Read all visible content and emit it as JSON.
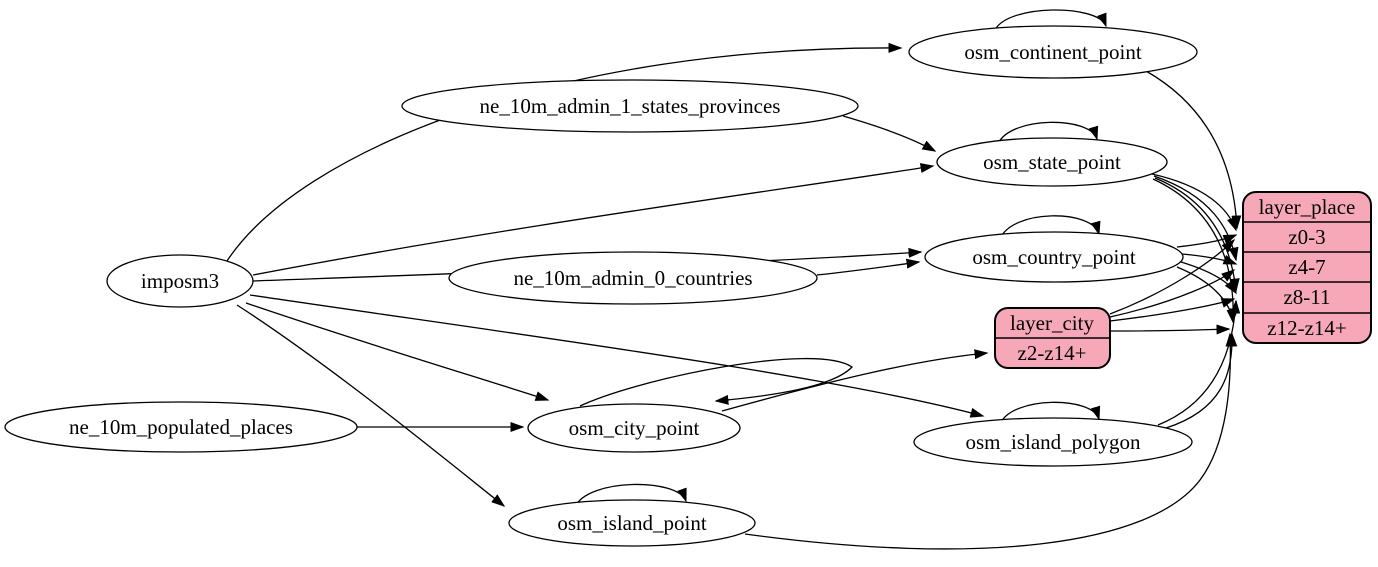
{
  "diagram_type": "etl-graph",
  "colors": {
    "background": "#ffffff",
    "table_node_fill": "#ffffff",
    "layer_record_fill": "#f7a8b8",
    "stroke": "#000000",
    "text": "#000000"
  },
  "nodes": {
    "imposm3": {
      "label": "imposm3"
    },
    "ne_10m_admin_1_states_provinces": {
      "label": "ne_10m_admin_1_states_provinces"
    },
    "ne_10m_admin_0_countries": {
      "label": "ne_10m_admin_0_countries"
    },
    "ne_10m_populated_places": {
      "label": "ne_10m_populated_places"
    },
    "osm_continent_point": {
      "label": "osm_continent_point"
    },
    "osm_state_point": {
      "label": "osm_state_point"
    },
    "osm_country_point": {
      "label": "osm_country_point"
    },
    "osm_city_point": {
      "label": "osm_city_point"
    },
    "osm_island_polygon": {
      "label": "osm_island_polygon"
    },
    "osm_island_point": {
      "label": "osm_island_point"
    }
  },
  "records": {
    "layer_city": {
      "title": "layer_city",
      "rows": [
        "z2-z14+"
      ]
    },
    "layer_place": {
      "title": "layer_place",
      "rows": [
        "z0-3",
        "z4-7",
        "z8-11",
        "z12-z14+"
      ]
    }
  },
  "edges": [
    {
      "from": "imposm3",
      "to": "osm_continent_point"
    },
    {
      "from": "imposm3",
      "to": "osm_state_point"
    },
    {
      "from": "imposm3",
      "to": "osm_country_point"
    },
    {
      "from": "imposm3",
      "to": "osm_city_point"
    },
    {
      "from": "imposm3",
      "to": "osm_island_polygon"
    },
    {
      "from": "imposm3",
      "to": "osm_island_point"
    },
    {
      "from": "ne_10m_admin_1_states_provinces",
      "to": "osm_state_point"
    },
    {
      "from": "ne_10m_admin_0_countries",
      "to": "osm_country_point"
    },
    {
      "from": "ne_10m_populated_places",
      "to": "osm_city_point"
    },
    {
      "from": "osm_continent_point",
      "to": "osm_continent_point",
      "type": "self"
    },
    {
      "from": "osm_state_point",
      "to": "osm_state_point",
      "type": "self"
    },
    {
      "from": "osm_country_point",
      "to": "osm_country_point",
      "type": "self"
    },
    {
      "from": "osm_city_point",
      "to": "osm_city_point",
      "type": "self"
    },
    {
      "from": "osm_island_polygon",
      "to": "osm_island_polygon",
      "type": "self"
    },
    {
      "from": "osm_island_point",
      "to": "osm_island_point",
      "type": "self"
    },
    {
      "from": "osm_continent_point",
      "to": "layer_place",
      "port": "z0-3"
    },
    {
      "from": "osm_state_point",
      "to": "layer_place",
      "port": "z0-3"
    },
    {
      "from": "osm_state_point",
      "to": "layer_place",
      "port": "z4-7"
    },
    {
      "from": "osm_state_point",
      "to": "layer_place",
      "port": "z8-11"
    },
    {
      "from": "osm_state_point",
      "to": "layer_place",
      "port": "z12-z14+"
    },
    {
      "from": "osm_country_point",
      "to": "layer_place",
      "port": "z0-3"
    },
    {
      "from": "osm_country_point",
      "to": "layer_place",
      "port": "z4-7"
    },
    {
      "from": "osm_country_point",
      "to": "layer_place",
      "port": "z8-11"
    },
    {
      "from": "osm_country_point",
      "to": "layer_place",
      "port": "z12-z14+"
    },
    {
      "from": "osm_city_point",
      "to": "layer_city",
      "port": "z2-z14+"
    },
    {
      "from": "layer_city",
      "to": "layer_place",
      "port": "z0-3"
    },
    {
      "from": "layer_city",
      "to": "layer_place",
      "port": "z4-7"
    },
    {
      "from": "layer_city",
      "to": "layer_place",
      "port": "z8-11"
    },
    {
      "from": "layer_city",
      "to": "layer_place",
      "port": "z12-z14+"
    },
    {
      "from": "osm_island_polygon",
      "to": "layer_place",
      "port": "z8-11"
    },
    {
      "from": "osm_island_polygon",
      "to": "layer_place",
      "port": "z12-z14+"
    },
    {
      "from": "osm_island_point",
      "to": "layer_place",
      "port": "z12-z14+"
    }
  ]
}
